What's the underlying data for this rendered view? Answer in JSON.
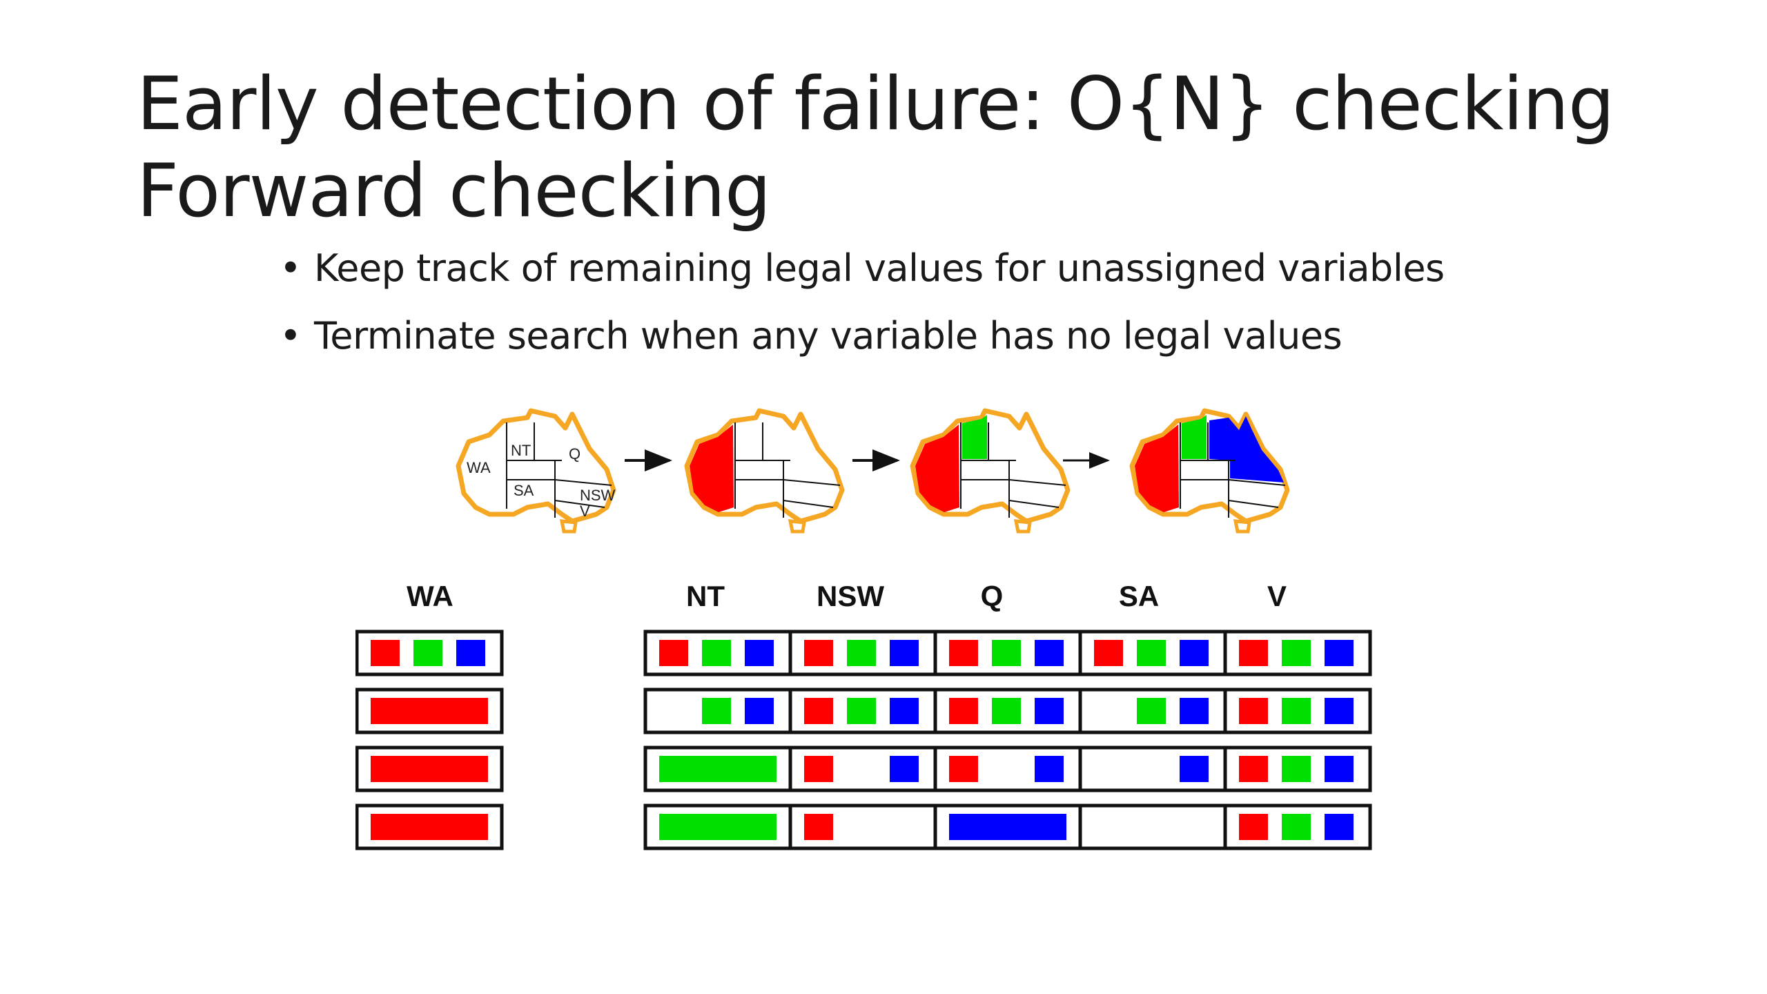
{
  "slide": {
    "title_line1": "Early detection of failure: O{N} checking",
    "title_line2": "Forward checking",
    "bullets": [
      "Keep track of remaining legal values for unassigned variables",
      "Terminate search when any variable has no legal values"
    ]
  },
  "map_labels": [
    "WA",
    "NT",
    "Q",
    "SA",
    "NSW",
    "V"
  ],
  "colors": {
    "red": "#ff0000",
    "green": "#00e000",
    "blue": "#0000ff",
    "outline": "#f5a623"
  },
  "columns": [
    "WA",
    "NT",
    "NSW",
    "Q",
    "SA",
    "V"
  ],
  "domain_table": [
    {
      "WA": [
        "red",
        "green",
        "blue"
      ],
      "NT": [
        "red",
        "green",
        "blue"
      ],
      "NSW": [
        "red",
        "green",
        "blue"
      ],
      "Q": [
        "red",
        "green",
        "blue"
      ],
      "SA": [
        "red",
        "green",
        "blue"
      ],
      "V": [
        "red",
        "green",
        "blue"
      ]
    },
    {
      "WA": [
        "assigned:red"
      ],
      "NT": [
        "green",
        "blue"
      ],
      "NSW": [
        "red",
        "green",
        "blue"
      ],
      "Q": [
        "red",
        "green",
        "blue"
      ],
      "SA": [
        "green",
        "blue"
      ],
      "V": [
        "red",
        "green",
        "blue"
      ]
    },
    {
      "WA": [
        "assigned:red"
      ],
      "NT": [
        "assigned:green"
      ],
      "NSW": [
        "red",
        "blue"
      ],
      "Q": [
        "red",
        "blue"
      ],
      "SA": [
        "blue"
      ],
      "V": [
        "red",
        "green",
        "blue"
      ]
    },
    {
      "WA": [
        "assigned:red"
      ],
      "NT": [
        "assigned:green"
      ],
      "NSW": [
        "red"
      ],
      "Q": [
        "assigned:blue"
      ],
      "SA": [],
      "V": [
        "red",
        "green",
        "blue"
      ]
    }
  ]
}
